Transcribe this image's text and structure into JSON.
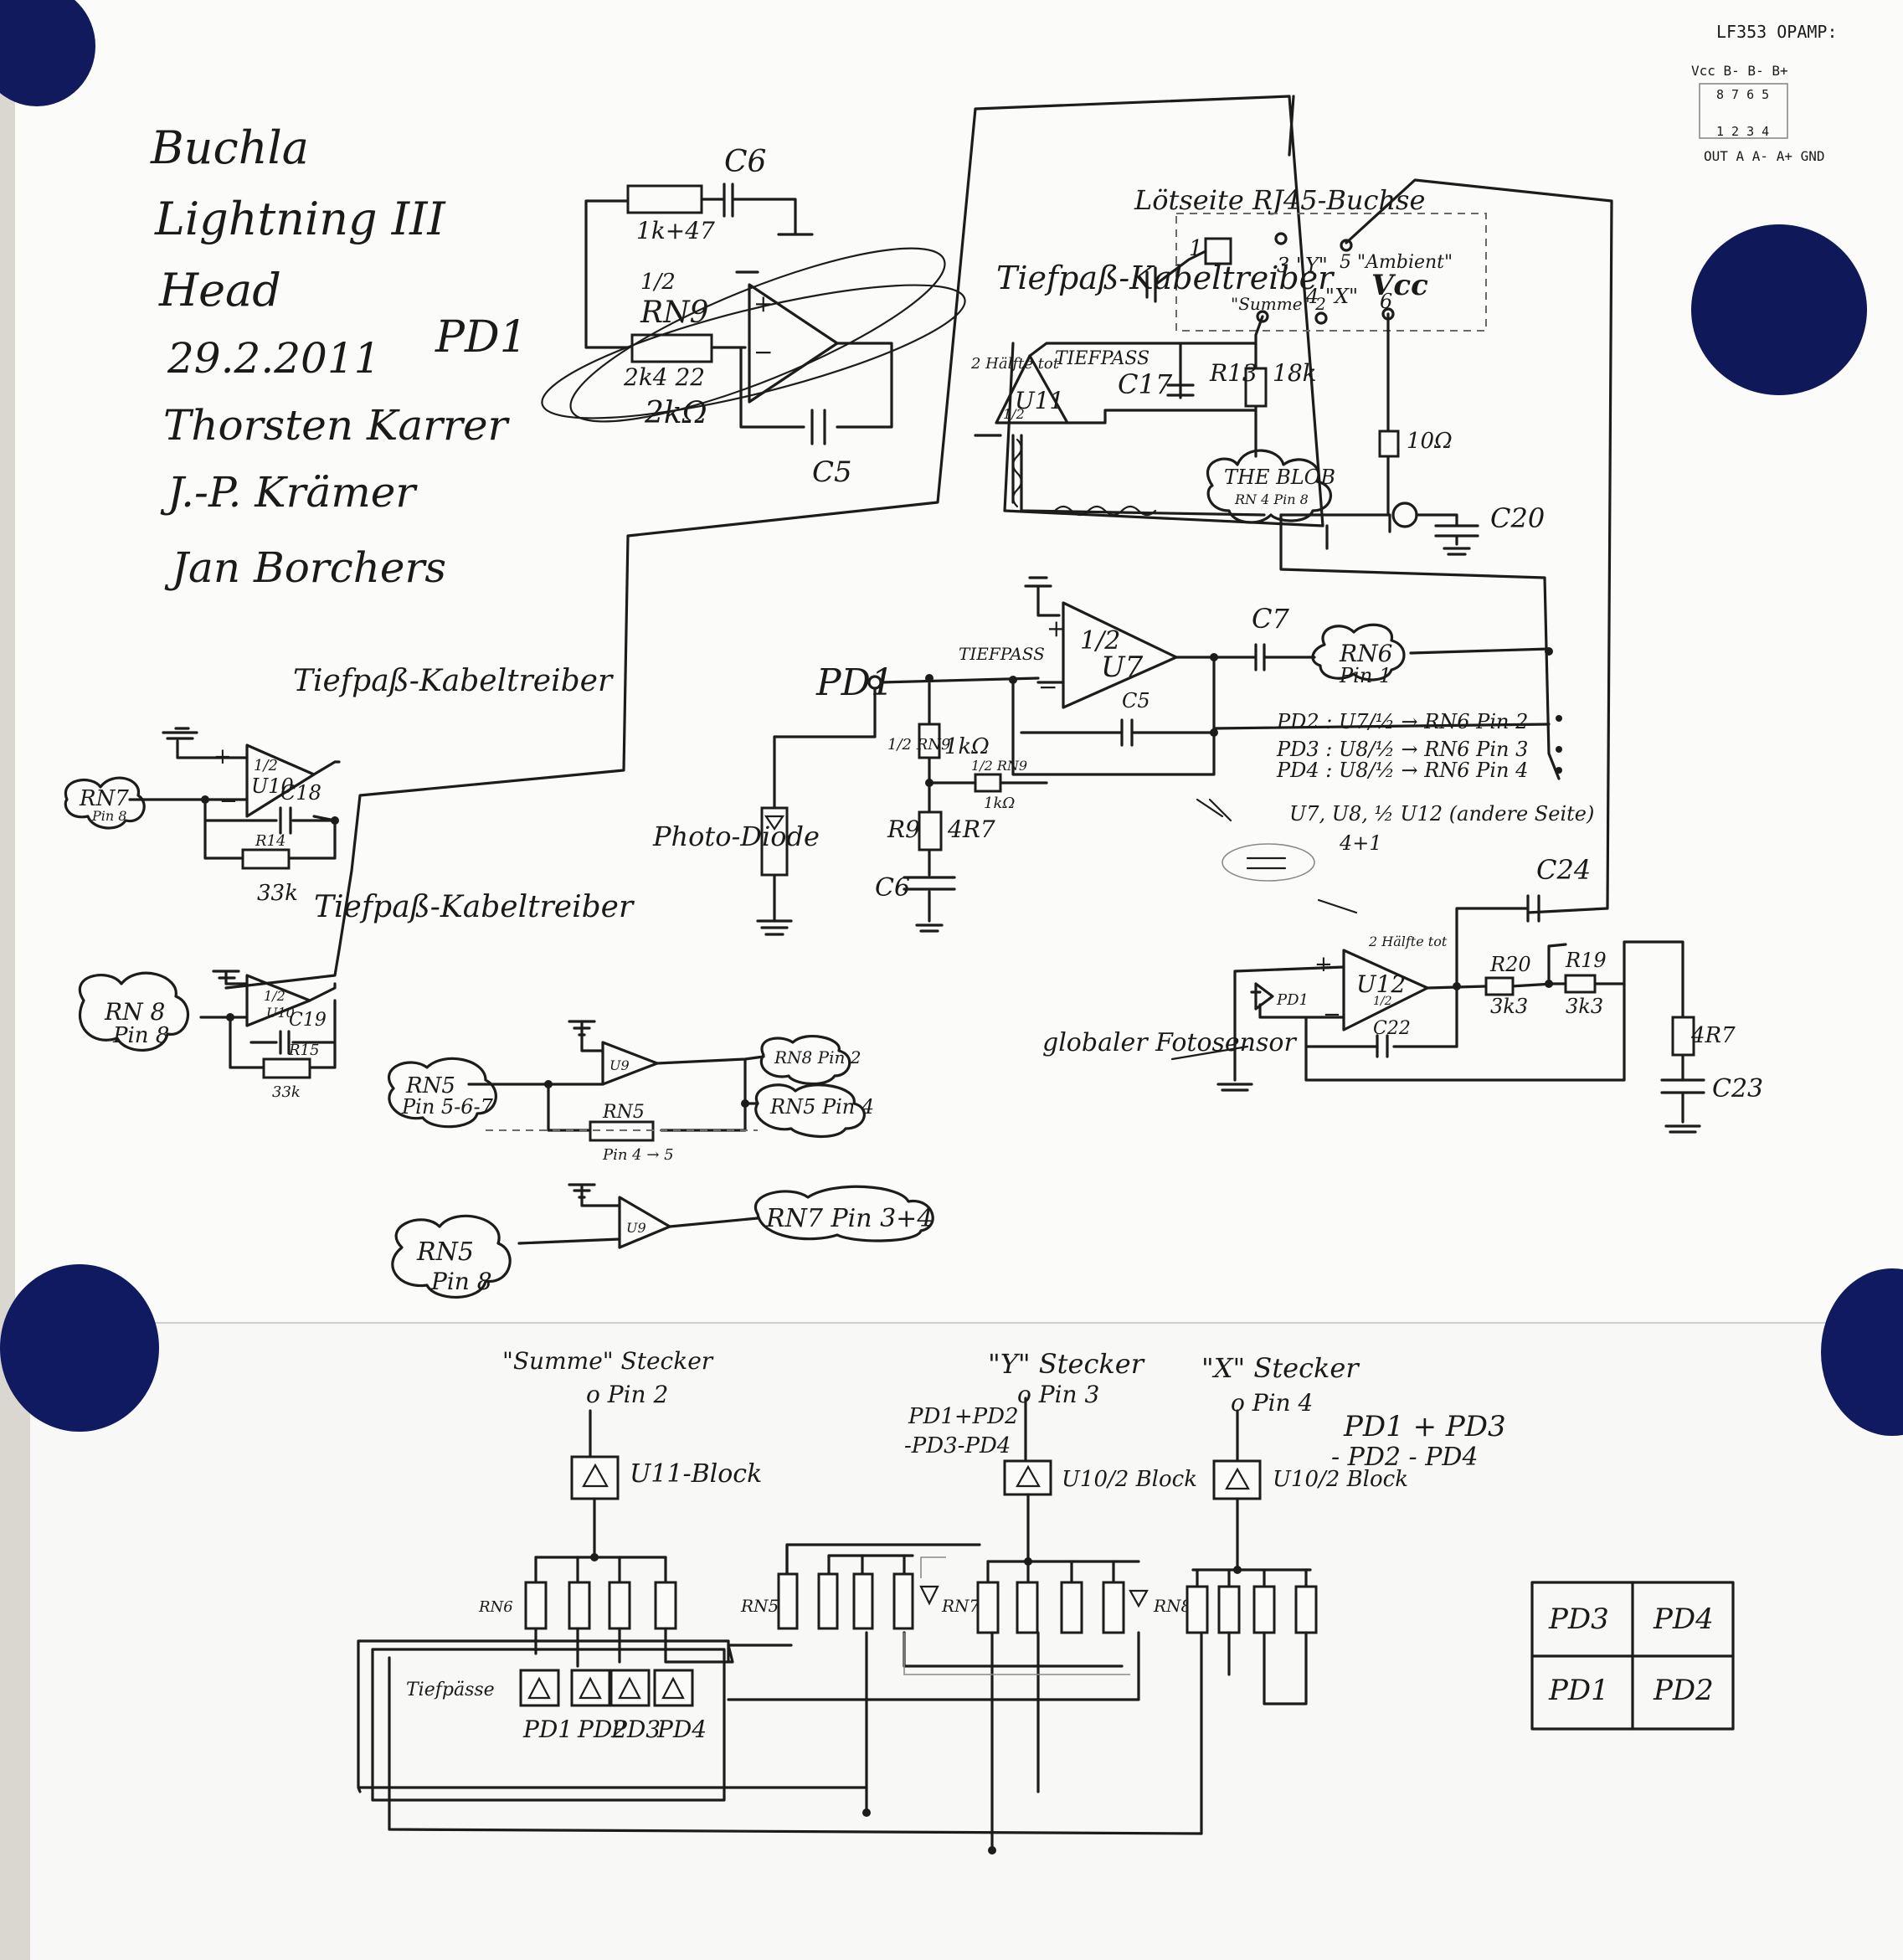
{
  "colors": {
    "paper": "#fbfbf9",
    "ink": "#1c1c1c",
    "magnet": "#101a5c",
    "wall": "#d9d7cf"
  },
  "header": {
    "lines": [
      "Buchla",
      "Lightning III",
      "Head",
      "29.2.2011",
      "Thorsten Karrer",
      "J.-P. Krämer",
      "Jan Borchers"
    ]
  },
  "pinout": {
    "title": "LF353 OPAMP:",
    "top_labels": "Vcc B- B- B+",
    "top_pins": "8 7 6 5",
    "bottom_pins": "1 2 3 4",
    "bottom_labels": "OUT A A- A+ GND"
  },
  "circuit_pd1": {
    "input": "PD1",
    "c6": "C6",
    "r_top": "1k+47",
    "rn9": "RN9",
    "rn9_half": "1/2",
    "r_mid": "2k4 22",
    "r_low": "2kΩ",
    "c5": "C5"
  },
  "rj45": {
    "title": "Lötseite RJ45-Buchse",
    "pin1": "1",
    "pin3": "3 \"Y\"",
    "pin5": "5 \"Ambient\"",
    "pin2": "\"Summe\" 2",
    "pin4": "4 \"X\"",
    "pin6": "6",
    "vcc": "Vcc"
  },
  "driver_u11": {
    "label": "Tiefpaß-Kabeltreiber",
    "u11": "U11",
    "u11_half": "1/2",
    "note": "2 Hälfte tot",
    "tiefpass": "TIEFPASS",
    "c17": "C17",
    "r13": "R13",
    "r13_val": "18k",
    "blob": "THE BLOB",
    "blob_sub": "RN 4 Pin 8",
    "r10": "10Ω",
    "c20": "C20"
  },
  "u7_stage": {
    "pd1": "PD1",
    "tiefpass": "TIEFPASS",
    "u7": "U7",
    "u7_half": "1/2",
    "c7": "C7",
    "rn6": "RN6",
    "rn6_pin": "Pin 1",
    "c5": "C5",
    "r_1k": "1kΩ",
    "rn9_half": "1/2 RN9",
    "rn9_half2": "1/2 RN9",
    "r_1k2": "1kΩ",
    "r9": "R9",
    "r9_val": "4R7",
    "c6": "C6",
    "photodiode": "Photo-Diode",
    "map1": "PD2 : U7/½ → RN6 Pin 2",
    "map2": "PD3 : U8/½ → RN6 Pin 3",
    "map3": "PD4 : U8/½ → RN6 Pin 4",
    "note": "U7, U8, ½ U12 (andere Seite)",
    "note2": "4+1"
  },
  "u10a": {
    "label": "Tiefpaß-Kabeltreiber",
    "u": "U10",
    "u_half": "1/2",
    "c18": "C18",
    "r14": "R14",
    "r14_val": "33k",
    "rn7": "RN7",
    "rn7_pin": "Pin 8"
  },
  "u10b": {
    "label": "Tiefpaß-Kabeltreiber",
    "u": "U10",
    "u_half": "1/2",
    "c19": "C19",
    "r15": "R15",
    "r15_val": "33k",
    "rn8": "RN 8",
    "rn8_pin": "Pin 8"
  },
  "u9a": {
    "rn5": "RN5",
    "rn5_pins": "Pin 5-6-7",
    "u": "U9",
    "rn8p2": "RN8 Pin 2",
    "rn5p4": "RN5 Pin 4",
    "rn5_r": "RN5",
    "rn5_r_pins": "Pin 4 → 5"
  },
  "u9b": {
    "rn5": "RN5",
    "rn5_pin": "Pin 8",
    "u": "U9",
    "out": "RN7 Pin 3+4"
  },
  "u12_stage": {
    "c24": "C24",
    "u12": "U12",
    "u12_half": "1/2",
    "note": "2 Hälfte tot",
    "pd1": "PD1",
    "r20": "R20",
    "r20_val": "3k3",
    "r19": "R19",
    "r19_val": "3k3",
    "c22": "C22",
    "r_4r7": "4R7",
    "c23": "C23",
    "sensor": "globaler Fotosensor"
  },
  "block": {
    "summe_top": "\"Summe\" Stecker",
    "summe_pin": "o Pin 2",
    "y_top": "\"Y\" Stecker",
    "y_pin": "o Pin 3",
    "x_top": "\"X\" Stecker",
    "x_pin": "o Pin 4",
    "u11_block": "U11-Block",
    "u10_block_y": "U10/2 Block",
    "u10_block_x": "U10/2 Block",
    "y_formula_1": "PD1+PD2",
    "y_formula_2": "-PD3-PD4",
    "x_formula_1": "PD1 + PD3",
    "x_formula_2": "- PD2 - PD4",
    "rn6": "RN6",
    "rn5": "RN5",
    "rn7": "RN7",
    "rn8": "RN8",
    "tiefpasse": "Tiefpässe",
    "pds": [
      "PD1",
      "PD2",
      "PD3",
      "PD4"
    ]
  },
  "grid": {
    "tl": "PD3",
    "tr": "PD4",
    "bl": "PD1",
    "br": "PD2"
  }
}
